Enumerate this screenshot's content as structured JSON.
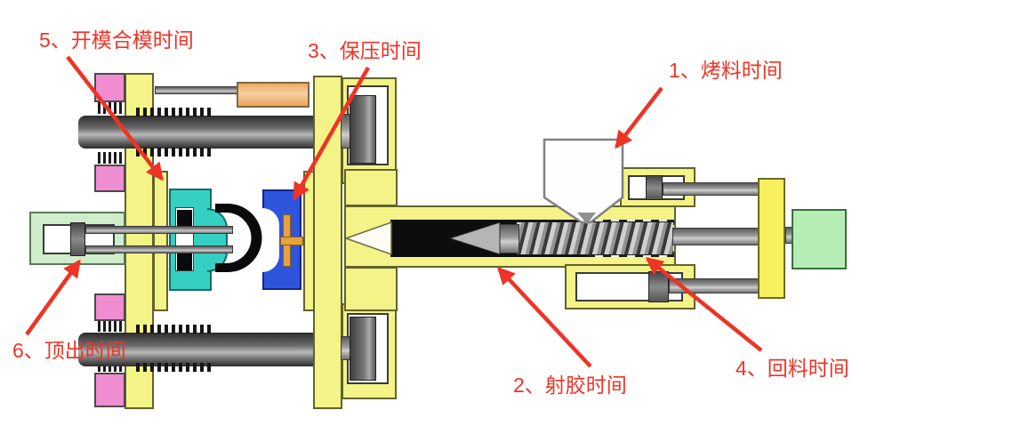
{
  "diagram": {
    "subject": "injection molding machine cycle stages",
    "labels": [
      {
        "text": "1、烤料时间"
      },
      {
        "text": "2、射胶时间"
      },
      {
        "text": "3、保压时间"
      },
      {
        "text": "4、回料时间"
      },
      {
        "text": "5、开模合模时间"
      },
      {
        "text": "6、顶出时间"
      }
    ],
    "annotation_color": "#ee3426",
    "palette": {
      "platen_yellow": "#f3f388",
      "end_plate_yellow": "#f8ef5c",
      "spring_block_pink": "#f08cd0",
      "core_mold_teal": "#36cfc3",
      "cavity_mold_blue": "#2f55dd",
      "sprue_orange": "#e8a23a",
      "carriage_cylinder_orange": "#f3bc80",
      "motor_green": "#b5edb5",
      "ejector_green": "#cfeccb"
    }
  }
}
